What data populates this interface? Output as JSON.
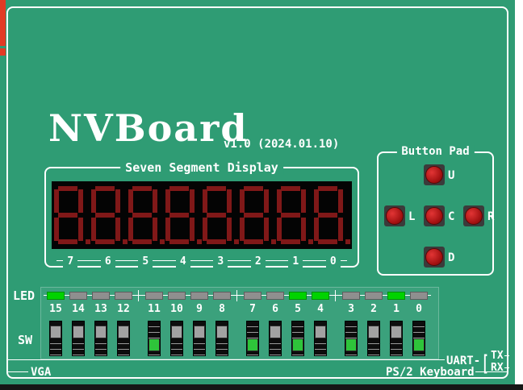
{
  "colors": {
    "board_bg": "#2f9c74",
    "edge_red": "#e23b25",
    "led_on": "#00d300",
    "led_off": "#8f8f8f",
    "switch_on": "#2ec43a",
    "switch_off": "#a2a2a2",
    "segment_off_red": "#801818",
    "button_red": "#c41818",
    "text": "#ffffff"
  },
  "header": {
    "title": "NVBoard",
    "version": "v1.0 (2024.01.10)"
  },
  "seven_segment": {
    "label": "Seven Segment Display",
    "digit_indices": [
      7,
      6,
      5,
      4,
      3,
      2,
      1,
      0
    ],
    "all_segments_off": true
  },
  "button_pad": {
    "label": "Button Pad",
    "buttons": [
      {
        "id": "up",
        "label": "U"
      },
      {
        "id": "left",
        "label": "L"
      },
      {
        "id": "center",
        "label": "C"
      },
      {
        "id": "right",
        "label": "R"
      },
      {
        "id": "down",
        "label": "D"
      }
    ]
  },
  "leds": {
    "label": "LED",
    "indices": [
      15,
      14,
      13,
      12,
      11,
      10,
      9,
      8,
      7,
      6,
      5,
      4,
      3,
      2,
      1,
      0
    ],
    "on": [
      15,
      5,
      4,
      1
    ]
  },
  "switches": {
    "label": "SW",
    "indices": [
      15,
      14,
      13,
      12,
      11,
      10,
      9,
      8,
      7,
      6,
      5,
      4,
      3,
      2,
      1,
      0
    ],
    "on": [
      11,
      7,
      5,
      3,
      0
    ]
  },
  "ports": {
    "uart_label": "UART-",
    "uart_bracket": "[",
    "tx_label": "TX",
    "rx_label": "RX",
    "vga_label": "VGA",
    "ps2_label": "PS/2 Keyboard"
  }
}
